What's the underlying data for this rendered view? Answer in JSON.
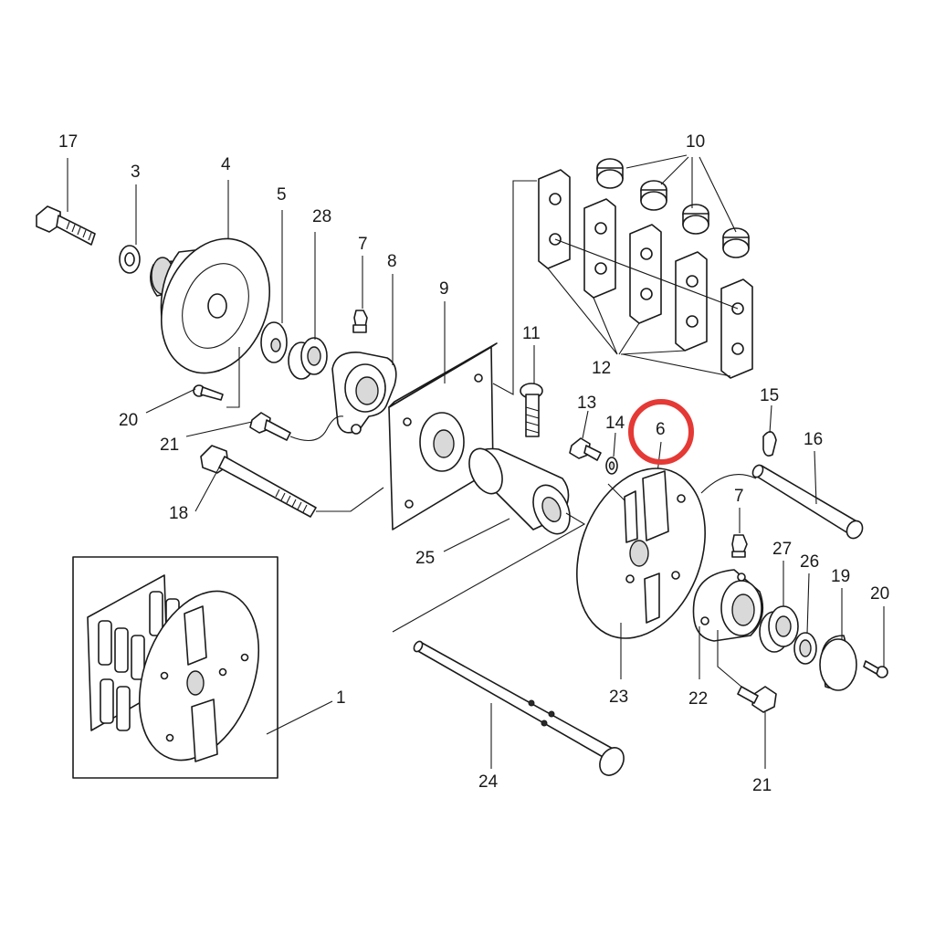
{
  "diagram": {
    "highlight_color": "#e53935",
    "highlighted_part": "6",
    "labels": {
      "p1": "1",
      "p3": "3",
      "p4": "4",
      "p5": "5",
      "p6": "6",
      "p7a": "7",
      "p7b": "7",
      "p8": "8",
      "p9": "9",
      "p10": "10",
      "p11": "11",
      "p12": "12",
      "p13": "13",
      "p14": "14",
      "p15": "15",
      "p16": "16",
      "p17": "17",
      "p18": "18",
      "p19": "19",
      "p20a": "20",
      "p20b": "20",
      "p21a": "21",
      "p21b": "21",
      "p22": "22",
      "p23": "23",
      "p24": "24",
      "p25": "25",
      "p26": "26",
      "p27": "27",
      "p28": "28"
    }
  }
}
